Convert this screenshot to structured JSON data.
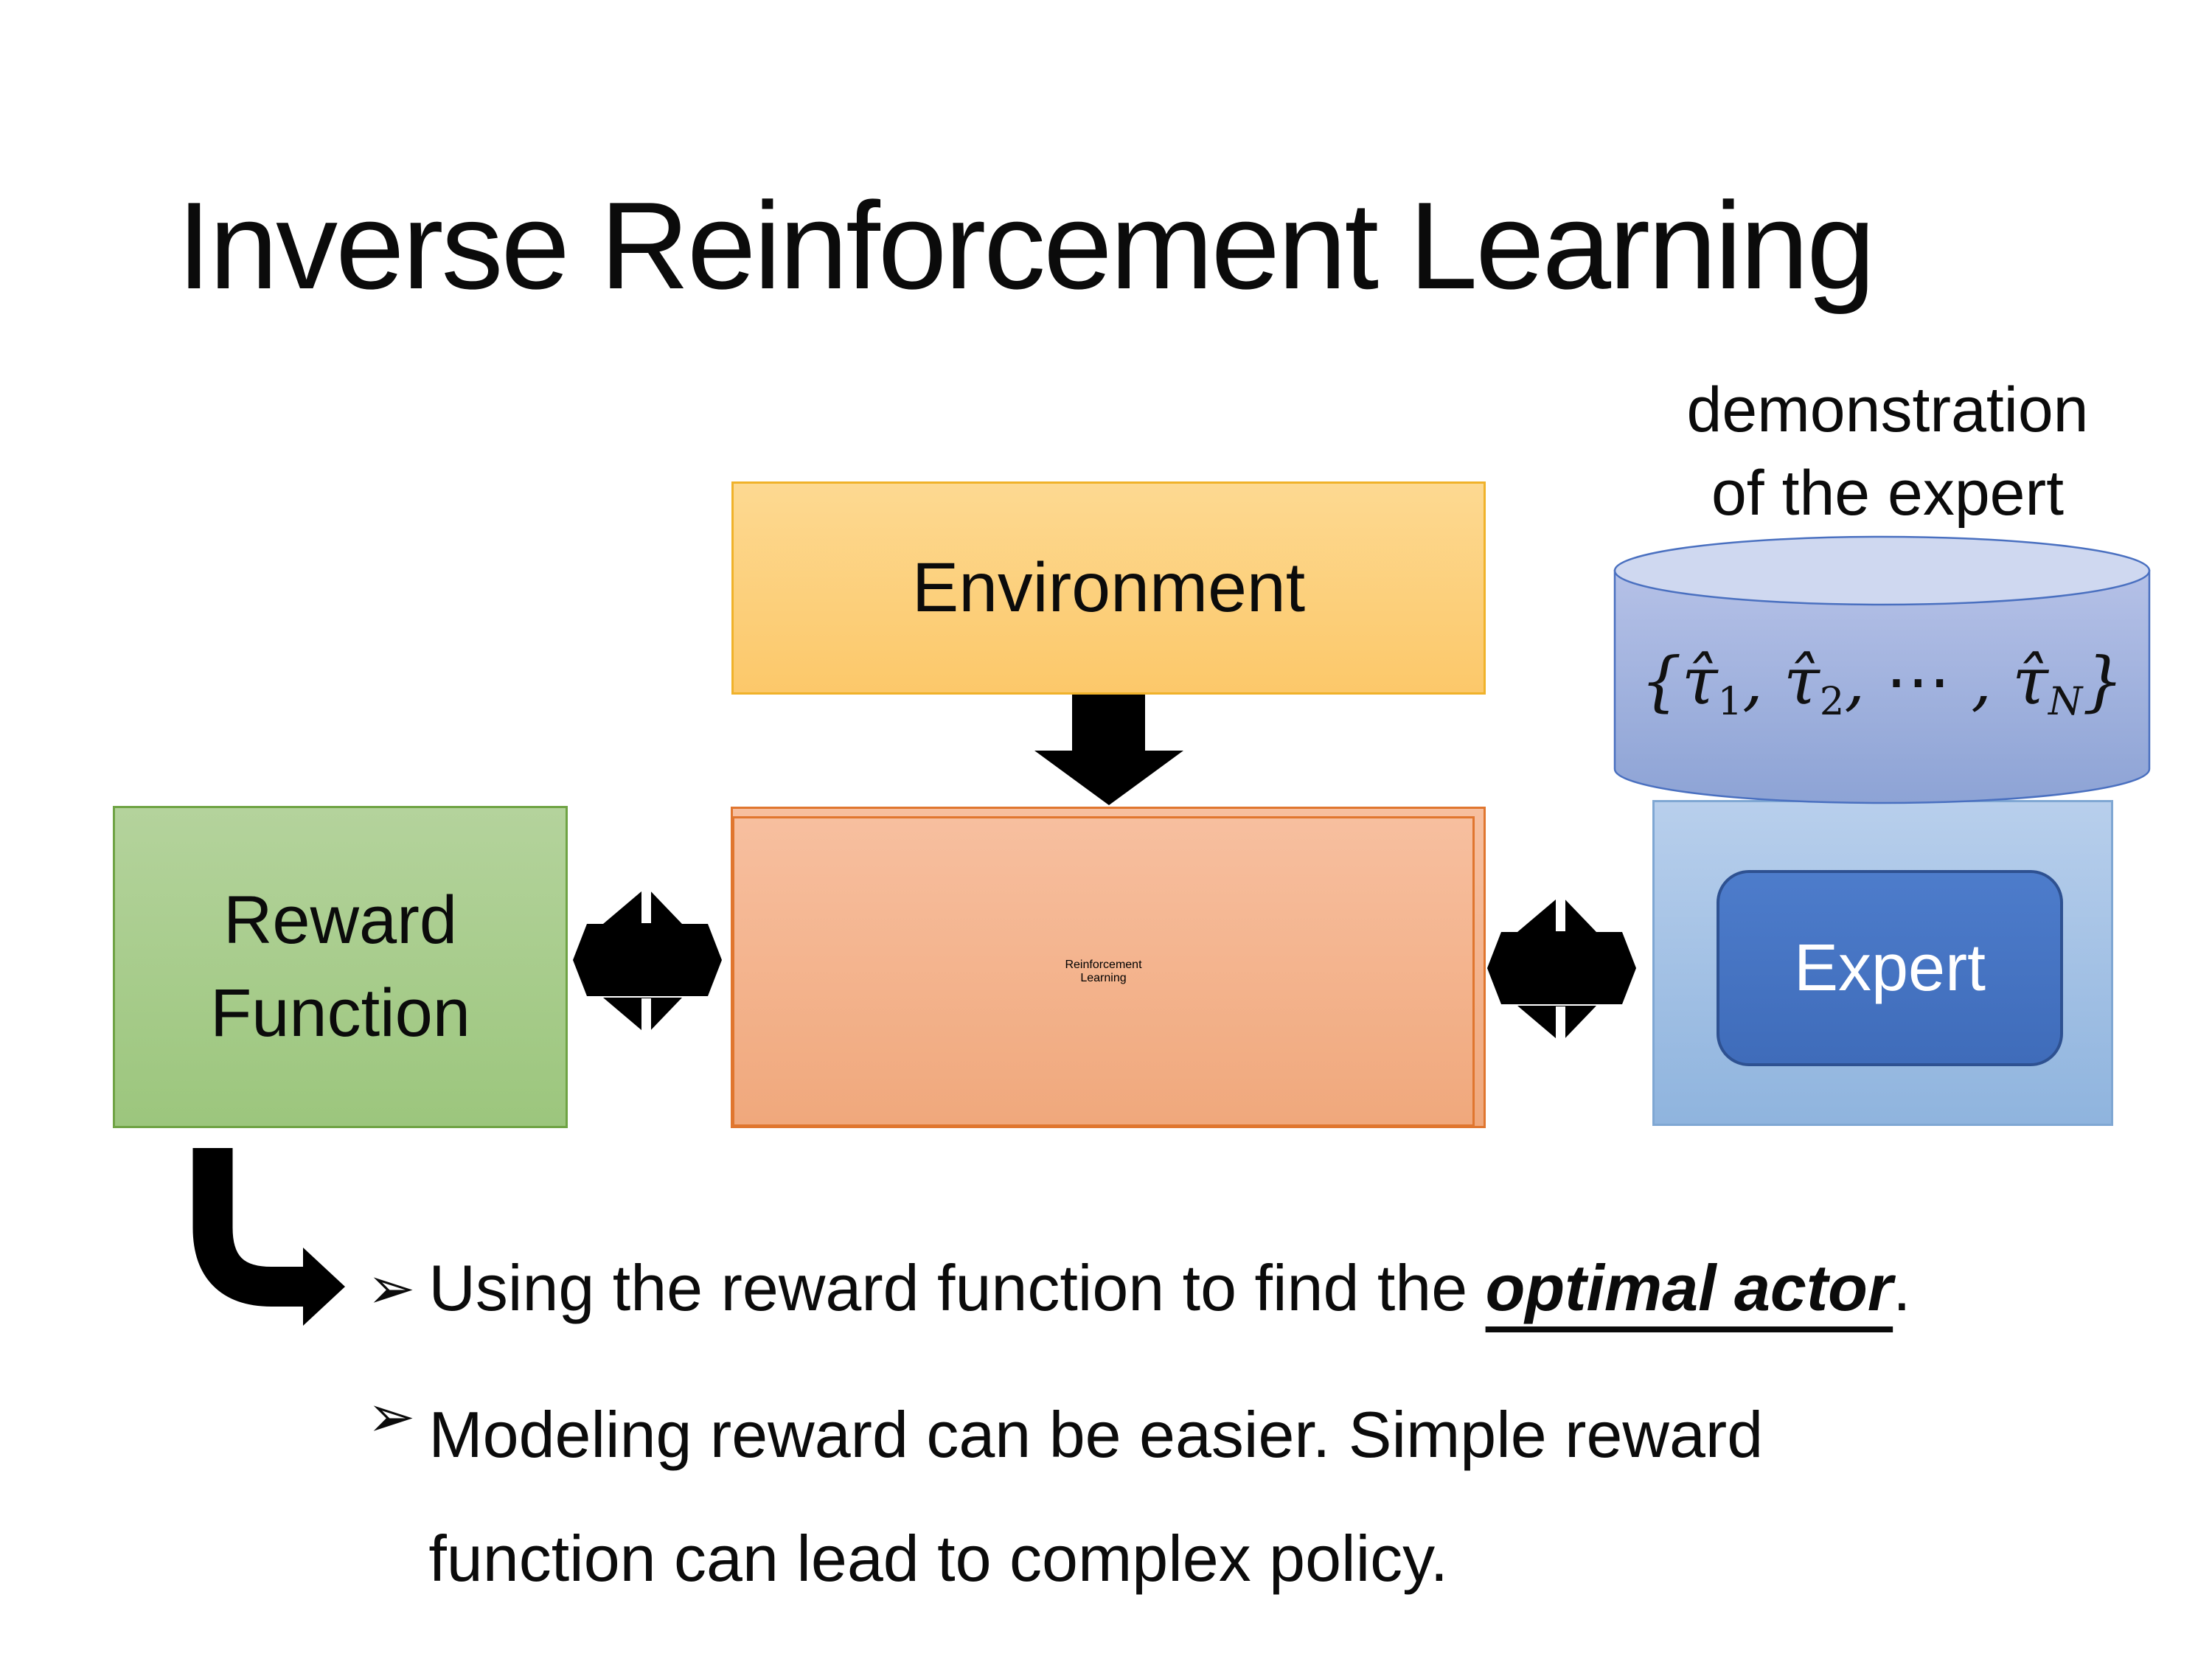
{
  "title": "Inverse Reinforcement Learning",
  "diagram": {
    "environment": {
      "label": "Environment"
    },
    "reward": {
      "lines": [
        "Reward",
        "Function"
      ]
    },
    "rl": {
      "lines": [
        "Reinforcement",
        "Learning"
      ]
    },
    "expert": {
      "label": "Expert"
    },
    "caption": {
      "lines": [
        "demonstration",
        "of the expert"
      ]
    },
    "formula": {
      "open": "{",
      "tau1": "τ̂",
      "sub1": "1",
      "sep1": ", ",
      "tau2": "τ̂",
      "sub2": "2",
      "sep2": ", ⋯ , ",
      "tauN": "τ̂",
      "subN": "N",
      "close": "}"
    }
  },
  "bullets": {
    "marker": "➢",
    "item1": {
      "pre": "Using the reward function to find the ",
      "emphasis": "optimal actor",
      "post": "."
    },
    "item2": {
      "lines": [
        "Modeling reward can be easier. Simple reward",
        "function can lead to complex policy."
      ]
    }
  },
  "colors": {
    "background": "#ffffff",
    "text": "#0b0b0b",
    "arrow": "#000000",
    "env_fill_top": "#fdd991",
    "env_fill_bottom": "#fcc86a",
    "env_border": "#f0b22a",
    "reward_fill_top": "#b4d39c",
    "reward_fill_bottom": "#9cc67d",
    "reward_border": "#6fa344",
    "rl_fill_top": "#f7bf9f",
    "rl_fill_bottom": "#f0a87c",
    "rl_border": "#e0762f",
    "cyl_top_fill": "#cfd8f0",
    "cyl_body_top": "#b5c1e7",
    "cyl_body_bottom": "#8da3d5",
    "cyl_border": "#4a70c0",
    "panel_fill_top": "#b8cfec",
    "panel_fill_bottom": "#8fb4de",
    "panel_border": "#7fa7d3",
    "expert_fill_top": "#4d7ccb",
    "expert_fill_bottom": "#3f6cba",
    "expert_border": "#2e5191",
    "expert_text": "#ffffff"
  }
}
